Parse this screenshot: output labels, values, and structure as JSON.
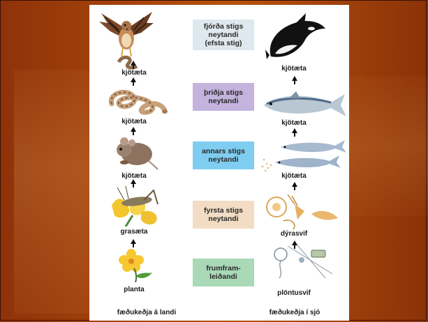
{
  "land": {
    "caption": "fæðukeðja á landi",
    "labels": [
      "kjötæta",
      "kjötæta",
      "kjötæta",
      "grasæta",
      "planta"
    ]
  },
  "sea": {
    "caption": "fæðukeðja í sjó",
    "labels": [
      "kjötæta",
      "kjötæta",
      "kjötæta",
      "dýrasvif",
      "plöntusvif"
    ]
  },
  "levels": [
    {
      "lines": [
        "fjórða stigs",
        "neytandi",
        "(efsta stig)"
      ],
      "color": "#dfe8ee"
    },
    {
      "lines": [
        "þriðja stigs",
        "neytandi"
      ],
      "color": "#c4b3dd"
    },
    {
      "lines": [
        "annars stigs",
        "neytandi"
      ],
      "color": "#7fcdf0"
    },
    {
      "lines": [
        "fyrsta stigs",
        "neytandi"
      ],
      "color": "#f2dcc3"
    },
    {
      "lines": [
        "frumfram-",
        "leiðandi"
      ],
      "color": "#a9d9b6"
    }
  ],
  "illustrations": [
    "hawk-icon",
    "snake-icon",
    "mouse-icon",
    "grasshopper-icon",
    "flower-icon",
    "orca-icon",
    "mackerel-icon",
    "herring-icon",
    "zooplankton-icon",
    "phytoplankton-icon"
  ]
}
